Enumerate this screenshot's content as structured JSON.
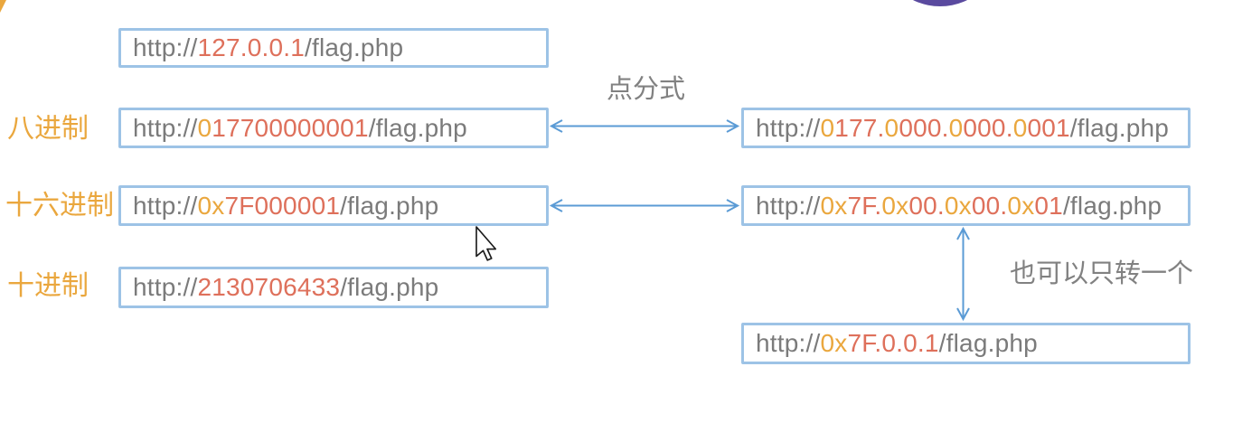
{
  "palette": {
    "gray_text": "#7b7b7b",
    "salmon": "#de705b",
    "orange": "#eaa73e",
    "box_border": "#9dc3e6",
    "arrow_blue": "#5b9bd5",
    "label_orange": "#eaa73e",
    "annotation_gray": "#818181",
    "purple": "#5a4a9f"
  },
  "labels": {
    "octal": "八进制",
    "hex": "十六进制",
    "decimal": "十进制",
    "dotted_format": "点分式",
    "convert_one": "也可以只转一个"
  },
  "urls": {
    "loopback": [
      {
        "t": "http://",
        "c": "gray_text"
      },
      {
        "t": "127.0.0.1",
        "c": "salmon"
      },
      {
        "t": "/flag.php",
        "c": "gray_text"
      }
    ],
    "octal": [
      {
        "t": "http://",
        "c": "gray_text"
      },
      {
        "t": "0",
        "c": "orange"
      },
      {
        "t": "17700000001",
        "c": "salmon"
      },
      {
        "t": "/flag.php",
        "c": "gray_text"
      }
    ],
    "hex": [
      {
        "t": "http://",
        "c": "gray_text"
      },
      {
        "t": "0x",
        "c": "orange"
      },
      {
        "t": "7F000001",
        "c": "salmon"
      },
      {
        "t": "/flag.php",
        "c": "gray_text"
      }
    ],
    "decimal": [
      {
        "t": "http://",
        "c": "gray_text"
      },
      {
        "t": "2130706433",
        "c": "salmon"
      },
      {
        "t": "/flag.php",
        "c": "gray_text"
      }
    ],
    "octal_dotted": [
      {
        "t": "http://",
        "c": "gray_text"
      },
      {
        "t": "0",
        "c": "orange"
      },
      {
        "t": "177.",
        "c": "salmon"
      },
      {
        "t": "0",
        "c": "orange"
      },
      {
        "t": "000.",
        "c": "salmon"
      },
      {
        "t": "0",
        "c": "orange"
      },
      {
        "t": "000.",
        "c": "salmon"
      },
      {
        "t": "0",
        "c": "orange"
      },
      {
        "t": "001",
        "c": "salmon"
      },
      {
        "t": "/flag.php",
        "c": "gray_text"
      }
    ],
    "hex_dotted": [
      {
        "t": "http://",
        "c": "gray_text"
      },
      {
        "t": "0x",
        "c": "orange"
      },
      {
        "t": "7F.",
        "c": "salmon"
      },
      {
        "t": "0x",
        "c": "orange"
      },
      {
        "t": "00.",
        "c": "salmon"
      },
      {
        "t": "0x",
        "c": "orange"
      },
      {
        "t": "00.",
        "c": "salmon"
      },
      {
        "t": "0x",
        "c": "orange"
      },
      {
        "t": "01",
        "c": "salmon"
      },
      {
        "t": "/flag.php",
        "c": "gray_text"
      }
    ],
    "hex_mixed": [
      {
        "t": "http://",
        "c": "gray_text"
      },
      {
        "t": "0x",
        "c": "orange"
      },
      {
        "t": "7F.0.0.1",
        "c": "salmon"
      },
      {
        "t": "/flag.php",
        "c": "gray_text"
      }
    ]
  }
}
